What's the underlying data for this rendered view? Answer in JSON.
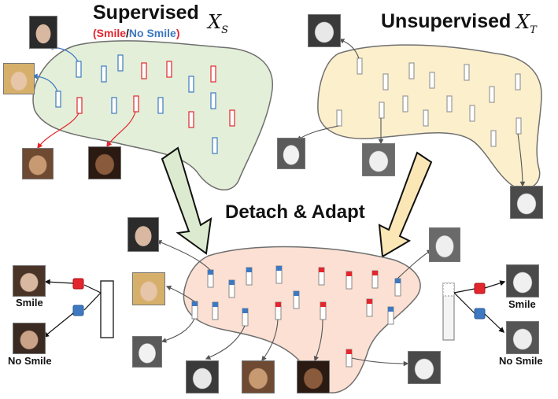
{
  "source_domain": {
    "title": "Supervised",
    "symbol": "X",
    "symbol_sub": "S"
  },
  "legend": {
    "open": "(",
    "smile": "Smile",
    "sep": "/",
    "no_smile": "No Smile",
    "close": ")"
  },
  "target_domain": {
    "title": "Unsupervised",
    "symbol": "X",
    "symbol_sub": "T"
  },
  "process": {
    "title": "Detach & Adapt"
  },
  "outputs": {
    "left_smile": "Smile",
    "left_no_smile": "No Smile",
    "right_smile": "Smile",
    "right_no_smile": "No Smile"
  },
  "colors": {
    "source_region": "#e3efd9",
    "target_region": "#fcefcc",
    "adapt_region": "#fbe0d3",
    "smile": "#e3262e",
    "no_smile": "#3d78c1",
    "arrow_green": "#dcebcf",
    "arrow_yellow": "#fbe7b5"
  }
}
